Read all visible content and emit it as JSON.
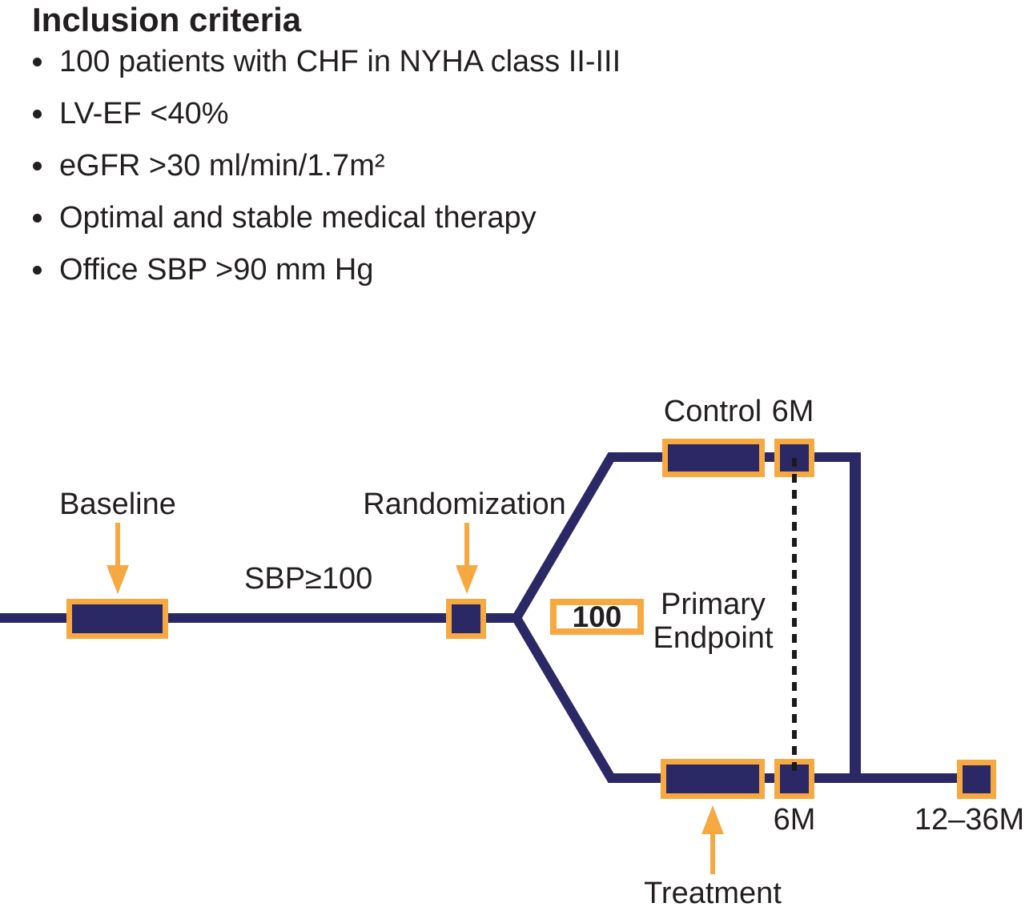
{
  "inclusion_criteria": {
    "title": "Inclusion criteria",
    "items": [
      "100 patients with CHF in NYHA class II-III",
      "LV-EF <40%",
      "eGFR >30 ml/min/1.7m²",
      "Optimal and stable medical therapy",
      "Office SBP >90 mm Hg"
    ]
  },
  "diagram": {
    "labels": {
      "baseline": "Baseline",
      "randomization": "Randomization",
      "sbp_threshold": "SBP≥100",
      "control_arm": "Control",
      "control_timepoint": "6M",
      "enrollment_count": "100",
      "primary_endpoint_line1": "Primary",
      "primary_endpoint_line2": "Endpoint",
      "treatment_arm": "Treatment",
      "treatment_timepoint": "6M",
      "followup_timepoint": "12–36M"
    },
    "colors": {
      "line_navy": "#2B2866",
      "accent_orange": "#F7A941",
      "text_black": "#231F20"
    }
  }
}
